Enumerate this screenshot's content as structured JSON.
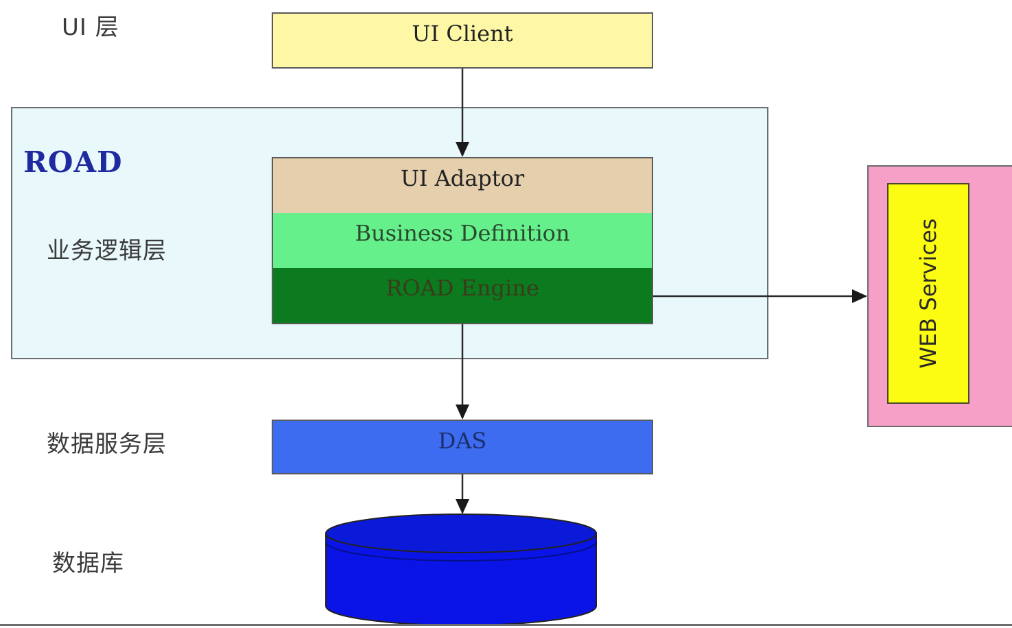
{
  "layers": {
    "ui": "UI 层",
    "business_logic": "业务逻辑层",
    "data_service": "数据服务层",
    "database": "数据库"
  },
  "road": {
    "title": "ROAD"
  },
  "boxes": {
    "ui_client": "UI Client",
    "ui_adaptor": "UI Adaptor",
    "business_definition": "Business Definition",
    "road_engine": "ROAD Engine",
    "das": "DAS"
  },
  "web_services": {
    "label": "WEB Services"
  },
  "colors": {
    "ui_client": "#fdf7a6",
    "ui_adaptor": "#e6cfac",
    "business_definition": "#66f08c",
    "road_engine": "#0c7a1e",
    "das": "#3d6cf0",
    "database": "#0a14e6",
    "road_container": "#e8f8fb",
    "web_services_outer": "#f6a0c8",
    "web_services_inner": "#fcfc12",
    "road_title": "#1f2aa0"
  }
}
